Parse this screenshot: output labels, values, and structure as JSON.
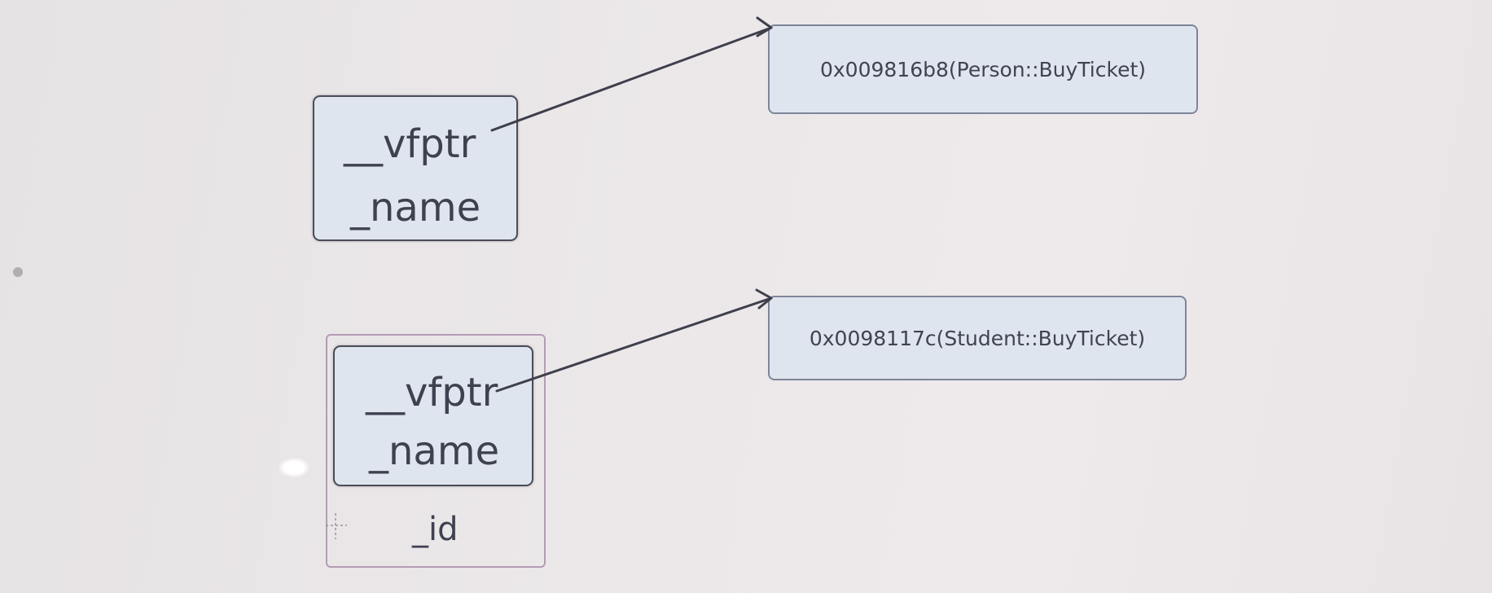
{
  "person_object": {
    "fields": [
      "__vfptr",
      "_name"
    ]
  },
  "student_object": {
    "base_fields": [
      "__vfptr",
      "_name"
    ],
    "own_field": "_id"
  },
  "vtables": [
    {
      "entry": "0x009816b8(Person::BuyTicket)"
    },
    {
      "entry": "0x0098117c(Student::BuyTicket)"
    }
  ],
  "colors": {
    "box_fill": "#dfe5ee",
    "box_border": "#4a4c58",
    "outer_border": "#b49cb4",
    "arrow": "#3f3f4c"
  }
}
